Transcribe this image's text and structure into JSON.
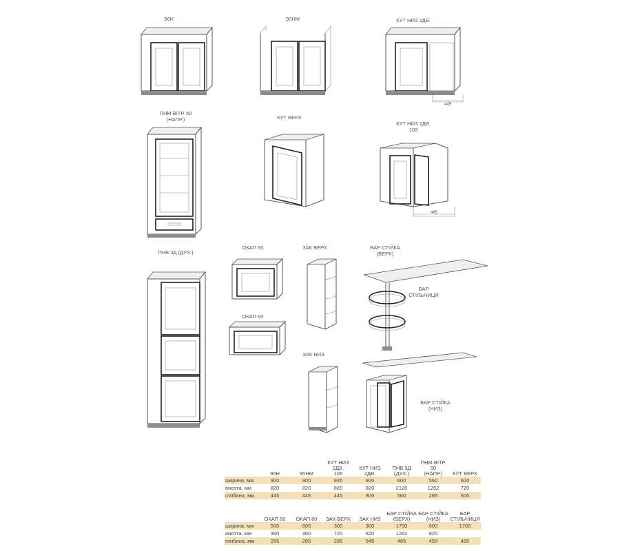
{
  "labels": {
    "c90n": "90Н",
    "c90nm": "90НМ",
    "kut_niz_2dv": "КУТ НИЗ 2ДВ.",
    "pnm_vitr": "ПНМ ВІТР. 50\n(НАПР.)",
    "kut_verh": "КУТ ВЕРХ",
    "kut_niz_2dv_105": "КУТ НИЗ 2ДВ.\n105",
    "pnv_3d": "ПНВ 3Д (ДУХ.)",
    "okap50": "ОКАП 50",
    "zak_verh": "ЗАК ВЕРХ",
    "bar_stiyka_verh": "БАР СТІЙКА\n(ВЕРХ)",
    "bar_stilnytsia": "БАР\nСТІЛЬНИЦЯ",
    "okap60": "ОКАП 60",
    "zak_niz": "ЗАК НИЗ",
    "bar_stiyka_niz": "БАР СТІЙКА\n(НИЗ)",
    "dim445_a": "445",
    "dim445_b": "445"
  },
  "table1": {
    "headers": [
      "90Н",
      "90НМ",
      "КУТ НИЗ 2ДВ.\n105",
      "КУТ НИЗ 2ДВ.",
      "ПНВ 3Д\n(ДУХ.)",
      "ПНМ ВІТР. 50\n(НАПР.)",
      "КУТ ВЕРХ"
    ],
    "rows": [
      {
        "label": "ширина, мм",
        "values": [
          "900",
          "900",
          "935",
          "900",
          "600",
          "560",
          "600"
        ]
      },
      {
        "label": "висота, мм",
        "values": [
          "820",
          "820",
          "820",
          "820",
          "2120",
          "1262",
          "720"
        ]
      },
      {
        "label": "глибина, мм",
        "values": [
          "445",
          "445",
          "445",
          "900",
          "560",
          "285",
          "600"
        ]
      }
    ]
  },
  "table2": {
    "headers": [
      "ОКАП 50",
      "ОКАП 60",
      "ЗАК ВЕРХ",
      "ЗАК НИЗ",
      "БАР СТІЙКА\n(ВЕРХ)",
      "БАР СТІЙКА\n(НИЗ)",
      "БАР\nСТІЛЬНИЦЯ"
    ],
    "rows": [
      {
        "label": "ширина, мм",
        "values": [
          "500",
          "600",
          "300",
          "300",
          "1700",
          "600",
          "1700"
        ]
      },
      {
        "label": "висота, мм",
        "values": [
          "360",
          "360",
          "720",
          "820",
          "1262",
          "820",
          ""
        ]
      },
      {
        "label": "глибина, мм",
        "values": [
          "285",
          "285",
          "285",
          "545",
          "485",
          "450",
          "485"
        ]
      }
    ]
  },
  "colors": {
    "band": "#f3dfb8",
    "line": "#555555",
    "door": "#222222"
  }
}
